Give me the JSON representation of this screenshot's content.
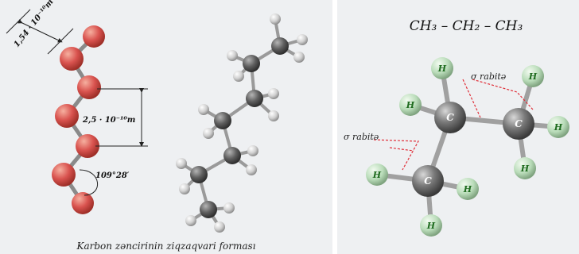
{
  "left_panel": {
    "bond_length_label": "1,54 · 10⁻¹⁰m",
    "spacing_label": "2,5 · 10⁻¹⁰m",
    "angle_label": "109°28′",
    "caption": "Karbon zəncirinin ziqzaqvari forması"
  },
  "right_panel": {
    "formula": "CH₃ – CH₂ – CH₃",
    "sigma_label_top": "σ rabitə",
    "sigma_label_left": "σ rabitə",
    "carbon_symbol": "C",
    "hydrogen_symbol": "H"
  },
  "colors": {
    "carbon_red": "#d9534f",
    "carbon_gray": "#5e5e5e",
    "hydrogen_light": "#d8d8d8",
    "hydrogen_green": "#b9dcb9",
    "sigma_red": "#e0303a"
  }
}
